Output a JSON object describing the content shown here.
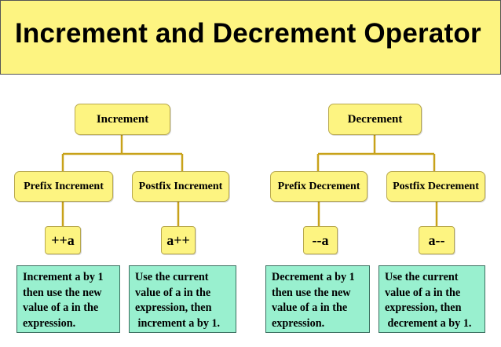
{
  "title": "Increment and Decrement Operator",
  "increment": {
    "label": "Increment",
    "prefix": {
      "label": "Prefix Increment",
      "operator": "++a",
      "description": "Increment a by 1\nthen use the new\nvalue of a in the\nexpression."
    },
    "postfix": {
      "label": "Postfix Increment",
      "operator": "a++",
      "description": "Use the current\nvalue of a in the\nexpression, then\n increment a by 1."
    }
  },
  "decrement": {
    "label": "Decrement",
    "prefix": {
      "label": "Prefix Decrement",
      "operator": "--a",
      "description": "Decrement a by 1\nthen use the new\nvalue of a in the\nexpression."
    },
    "postfix": {
      "label": "Postfix Decrement",
      "operator": "a--",
      "description": "Use the current\nvalue of a in the\nexpression, then\n decrement a by 1."
    }
  },
  "colors": {
    "node_fill": "#fdf481",
    "description_fill": "#99f0cf",
    "connector": "#c8a21a"
  }
}
